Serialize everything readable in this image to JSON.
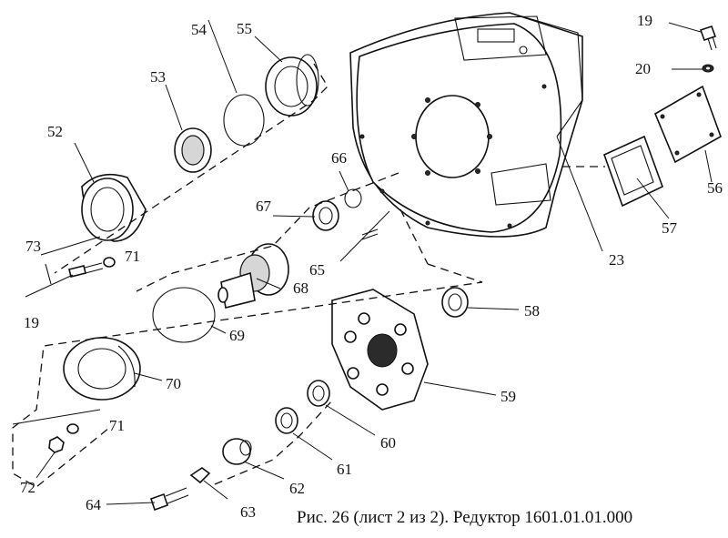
{
  "caption": "Рис. 26 (лист 2 из 2). Редуктор 1601.01.01.000",
  "callouts": {
    "p19a": "19",
    "p20": "20",
    "p55": "55",
    "p54": "54",
    "p53": "53",
    "p52": "52",
    "p66": "66",
    "p67": "67",
    "p56": "56",
    "p57": "57",
    "p23": "23",
    "p73": "73",
    "p71a": "71",
    "p65": "65",
    "p68": "68",
    "p19b": "19",
    "p58": "58",
    "p69": "69",
    "p70": "70",
    "p59": "59",
    "p71b": "71",
    "p60": "60",
    "p72": "72",
    "p61": "61",
    "p62": "62",
    "p64": "64",
    "p63": "63"
  }
}
